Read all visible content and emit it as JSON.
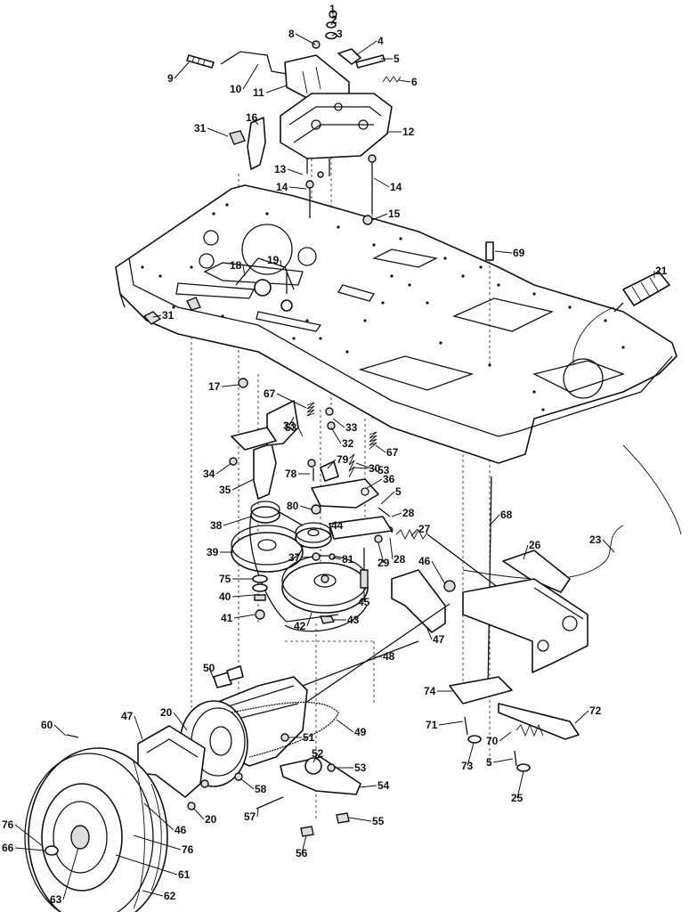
{
  "parts": [
    {
      "id": "p1",
      "num": "1"
    },
    {
      "id": "p2",
      "num": "2"
    },
    {
      "id": "p3",
      "num": "3"
    },
    {
      "id": "p4",
      "num": "4"
    },
    {
      "id": "p5a",
      "num": "5"
    },
    {
      "id": "p6",
      "num": "6"
    },
    {
      "id": "p8",
      "num": "8"
    },
    {
      "id": "p9",
      "num": "9"
    },
    {
      "id": "p10",
      "num": "10"
    },
    {
      "id": "p11",
      "num": "11"
    },
    {
      "id": "p12",
      "num": "12"
    },
    {
      "id": "p13",
      "num": "13"
    },
    {
      "id": "p14a",
      "num": "14"
    },
    {
      "id": "p14b",
      "num": "14"
    },
    {
      "id": "p15",
      "num": "15"
    },
    {
      "id": "p16",
      "num": "16"
    },
    {
      "id": "p17",
      "num": "17"
    },
    {
      "id": "p18",
      "num": "18"
    },
    {
      "id": "p19",
      "num": "19"
    },
    {
      "id": "p20a",
      "num": "20"
    },
    {
      "id": "p20b",
      "num": "20"
    },
    {
      "id": "p21",
      "num": "21"
    },
    {
      "id": "p23",
      "num": "23"
    },
    {
      "id": "p25",
      "num": "25"
    },
    {
      "id": "p26",
      "num": "26"
    },
    {
      "id": "p27",
      "num": "27"
    },
    {
      "id": "p28a",
      "num": "28"
    },
    {
      "id": "p28b",
      "num": "28"
    },
    {
      "id": "p29",
      "num": "29"
    },
    {
      "id": "p30",
      "num": "30"
    },
    {
      "id": "p31a",
      "num": "31"
    },
    {
      "id": "p31b",
      "num": "31"
    },
    {
      "id": "p32",
      "num": "32"
    },
    {
      "id": "p33a",
      "num": "33"
    },
    {
      "id": "p33b",
      "num": "33"
    },
    {
      "id": "p34",
      "num": "34"
    },
    {
      "id": "p35",
      "num": "35"
    },
    {
      "id": "p36",
      "num": "36"
    },
    {
      "id": "p37",
      "num": "37"
    },
    {
      "id": "p38",
      "num": "38"
    },
    {
      "id": "p39",
      "num": "39"
    },
    {
      "id": "p40",
      "num": "40"
    },
    {
      "id": "p41",
      "num": "41"
    },
    {
      "id": "p42",
      "num": "42"
    },
    {
      "id": "p43",
      "num": "43"
    },
    {
      "id": "p44",
      "num": "44"
    },
    {
      "id": "p45",
      "num": "45"
    },
    {
      "id": "p46a",
      "num": "46"
    },
    {
      "id": "p46b",
      "num": "46"
    },
    {
      "id": "p47a",
      "num": "47"
    },
    {
      "id": "p47b",
      "num": "47"
    },
    {
      "id": "p48",
      "num": "48"
    },
    {
      "id": "p49",
      "num": "49"
    },
    {
      "id": "p50",
      "num": "50"
    },
    {
      "id": "p51",
      "num": "51"
    },
    {
      "id": "p52",
      "num": "52"
    },
    {
      "id": "p53a",
      "num": "53"
    },
    {
      "id": "p53b",
      "num": "53"
    },
    {
      "id": "p53c",
      "num": "53"
    },
    {
      "id": "p54",
      "num": "54"
    },
    {
      "id": "p55",
      "num": "55"
    },
    {
      "id": "p56",
      "num": "56"
    },
    {
      "id": "p57",
      "num": "57"
    },
    {
      "id": "p58",
      "num": "58"
    },
    {
      "id": "p5b",
      "num": "5"
    },
    {
      "id": "p5c",
      "num": "5"
    },
    {
      "id": "p60",
      "num": "60"
    },
    {
      "id": "p61",
      "num": "61"
    },
    {
      "id": "p62",
      "num": "62"
    },
    {
      "id": "p63",
      "num": "63"
    },
    {
      "id": "p66",
      "num": "66"
    },
    {
      "id": "p67a",
      "num": "67"
    },
    {
      "id": "p67b",
      "num": "67"
    },
    {
      "id": "p68",
      "num": "68"
    },
    {
      "id": "p69",
      "num": "69"
    },
    {
      "id": "p70",
      "num": "70"
    },
    {
      "id": "p71",
      "num": "71"
    },
    {
      "id": "p72",
      "num": "72"
    },
    {
      "id": "p73",
      "num": "73"
    },
    {
      "id": "p74",
      "num": "74"
    },
    {
      "id": "p75",
      "num": "75"
    },
    {
      "id": "p76a",
      "num": "76"
    },
    {
      "id": "p76b",
      "num": "76"
    },
    {
      "id": "p78",
      "num": "78"
    },
    {
      "id": "p79",
      "num": "79"
    },
    {
      "id": "p80",
      "num": "80"
    },
    {
      "id": "p81",
      "num": "81"
    }
  ]
}
